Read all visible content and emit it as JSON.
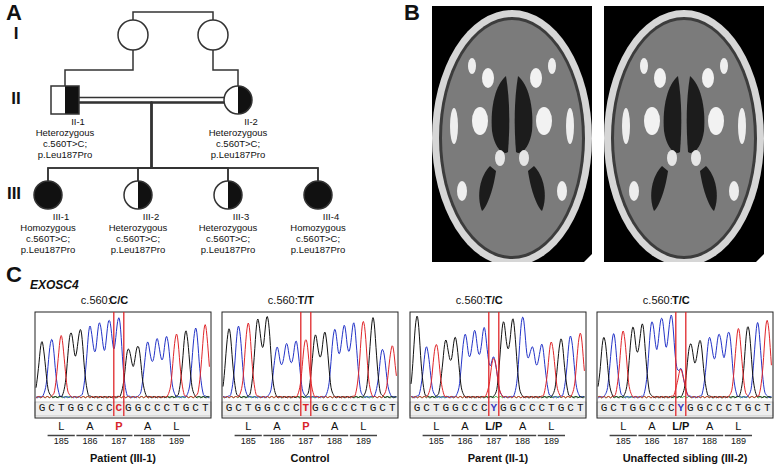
{
  "diagram": {
    "nodes": [
      {
        "text": [
          "II-1",
          "Heterozygous c.560T>C; p.Leu187Pro"
        ]
      },
      {
        "text": [
          "II-2",
          "Heterozygous c.560T>C; p.Leu187Pro"
        ]
      },
      {
        "text": [
          "III-1",
          "Homozygous c.560T>C; p.Leu187Pro"
        ]
      },
      {
        "text": [
          "III-2",
          "Heterozygous c.560T>C; p.Leu187Pro"
        ]
      },
      {
        "text": [
          "III-3",
          "Heterozygous c.560T>C; p.Leu187Pro"
        ]
      },
      {
        "text": [
          "III-4",
          "Homozygous c.560T>C; p.Leu187Pro"
        ]
      }
    ],
    "edges": [
      {
        "from": 0,
        "to": 1,
        "arrow": "none"
      },
      {
        "from": 0,
        "to": 2,
        "arrow": "none"
      },
      {
        "from": 0,
        "to": 3,
        "arrow": "none"
      },
      {
        "from": 0,
        "to": 4,
        "arrow": "none"
      },
      {
        "from": 0,
        "to": 5,
        "arrow": "none"
      },
      {
        "from": 1,
        "to": 2,
        "arrow": "none"
      },
      {
        "from": 1,
        "to": 3,
        "arrow": "none"
      },
      {
        "from": 1,
        "to": 4,
        "arrow": "none"
      },
      {
        "from": 1,
        "to": 5,
        "arrow": "none"
      }
    ],
    "labels": [
      "A",
      "B",
      "C",
      "I",
      "II",
      "III",
      "EXOSC4",
      "c.560:",
      "C/C",
      "GCTGGCCC",
      "C",
      "GGCCCTGCT",
      "L",
      "A",
      "P",
      "A",
      "L",
      "185",
      "186",
      "187",
      "188",
      "189",
      "Patient (III-1)",
      "c.560:",
      "T/T",
      "GCTGGCCC",
      "T",
      "GGCCCTGCT",
      "L",
      "A",
      "P",
      "A",
      "L",
      "185",
      "186",
      "187",
      "188",
      "189",
      "Control",
      "c.560:",
      "T/C",
      "GCTGGCCC",
      "Y",
      "GGCCCTGCT",
      "L",
      "A",
      "L/P",
      "A",
      "L",
      "185",
      "186",
      "187",
      "188",
      "189",
      "Parent (II-1)",
      "c.560:",
      "T/C",
      "GCTGGCCC",
      "Y",
      "GGCCCTGCT",
      "L",
      "A",
      "L/P",
      "A",
      "L",
      "185",
      "186",
      "187",
      "188",
      "189",
      "Unaffected sibling (III-2)"
    ]
  }
}
